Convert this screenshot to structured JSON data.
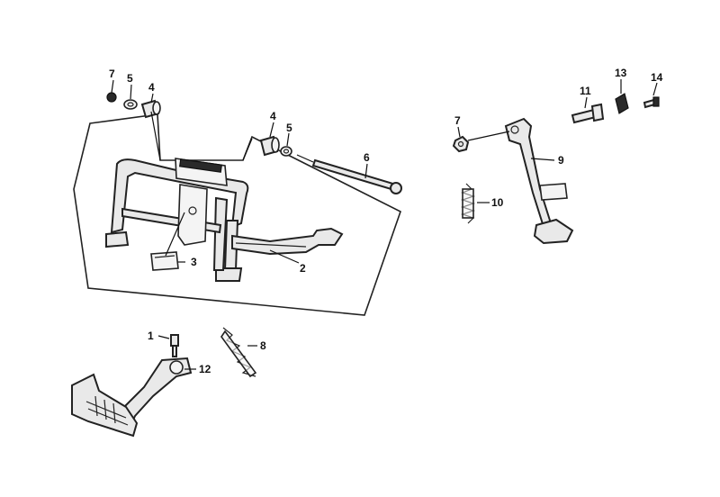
{
  "diagram": {
    "callouts": [
      {
        "id": "c1",
        "text": "1"
      },
      {
        "id": "c2",
        "text": "2"
      },
      {
        "id": "c3",
        "text": "3"
      },
      {
        "id": "c4a",
        "text": "4"
      },
      {
        "id": "c4b",
        "text": "4"
      },
      {
        "id": "c5a",
        "text": "5"
      },
      {
        "id": "c5b",
        "text": "5"
      },
      {
        "id": "c6",
        "text": "6"
      },
      {
        "id": "c7a",
        "text": "7"
      },
      {
        "id": "c7b",
        "text": "7"
      },
      {
        "id": "c8",
        "text": "8"
      },
      {
        "id": "c9",
        "text": "9"
      },
      {
        "id": "c10",
        "text": "10"
      },
      {
        "id": "c11",
        "text": "11"
      },
      {
        "id": "c12",
        "text": "12"
      },
      {
        "id": "c13",
        "text": "13"
      },
      {
        "id": "c14",
        "text": "14"
      }
    ]
  }
}
